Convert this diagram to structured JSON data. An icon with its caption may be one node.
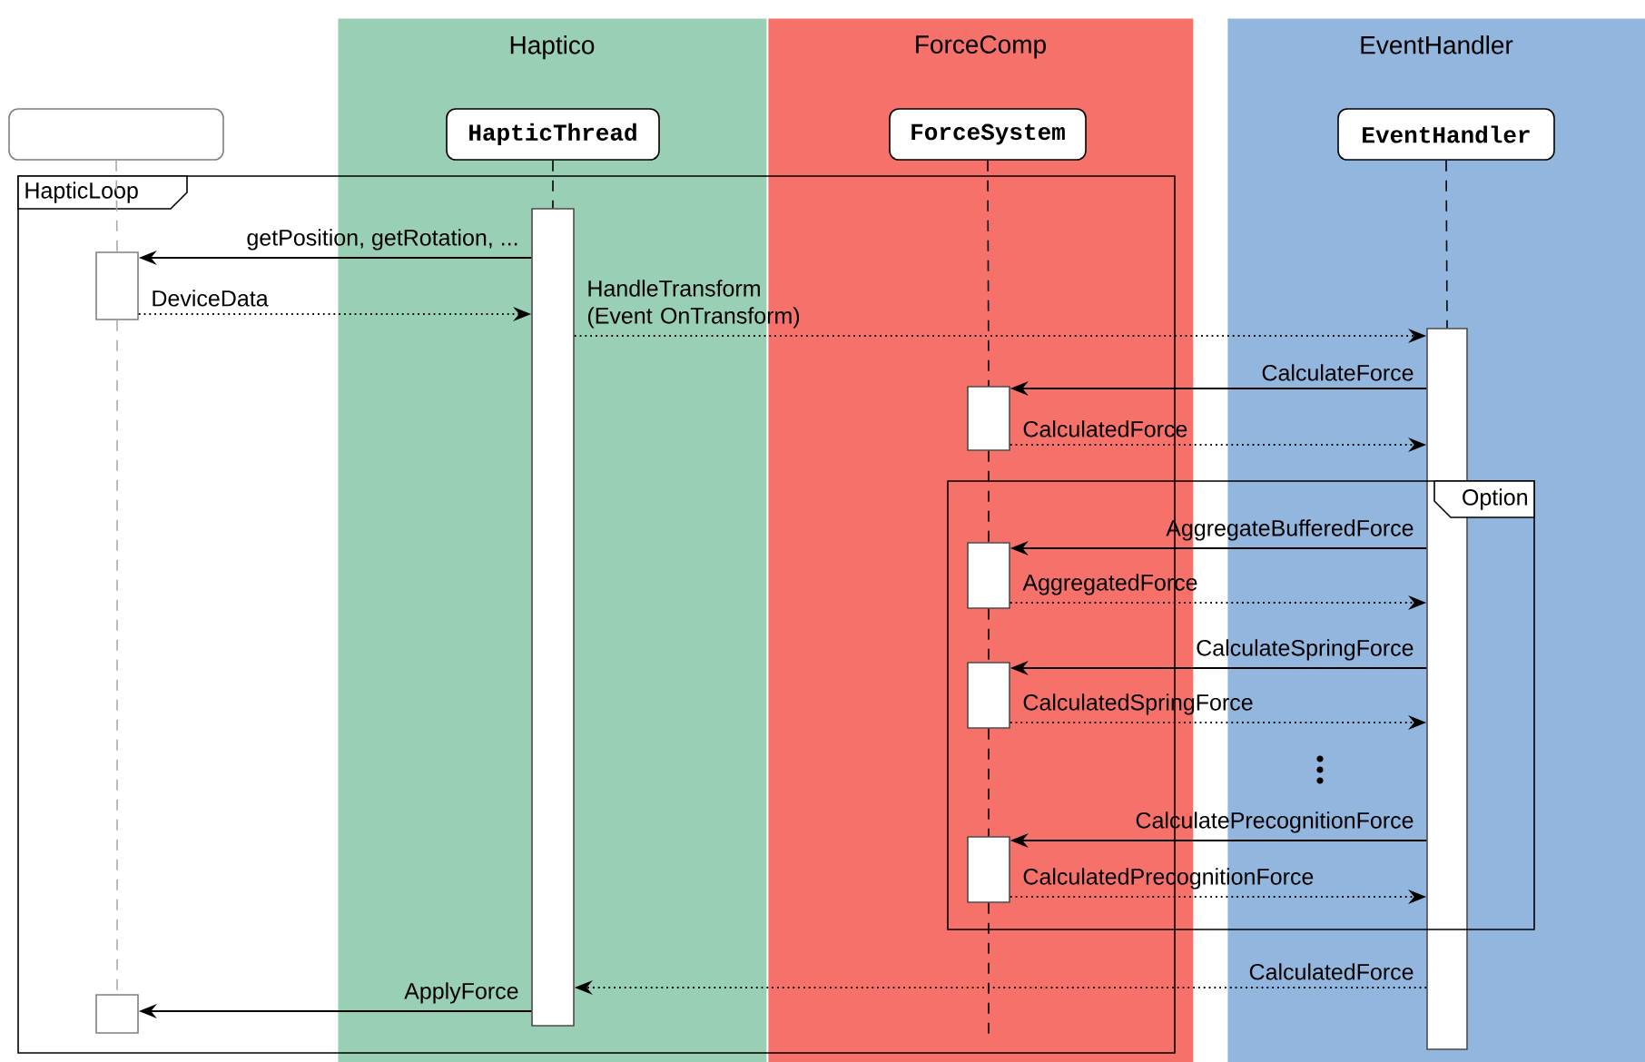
{
  "diagram": {
    "nodes": [
      {
        "text": [
          "Haptico"
        ]
      },
      {
        "text": [
          "ForceComp"
        ]
      },
      {
        "text": [
          "EventHandler"
        ]
      },
      {
        "text": [],
        "shape": "box"
      },
      {
        "text": [
          "HapticThread"
        ],
        "in": 0
      },
      {
        "text": [
          "ForceSystem"
        ],
        "in": 1
      },
      {
        "text": [
          "EventHandler"
        ],
        "in": 2
      },
      {
        "text": [],
        "shape": "bar"
      },
      {
        "text": [],
        "shape": "bar",
        "in": 0
      },
      {
        "text": [],
        "shape": "bar",
        "in": 2
      },
      {
        "text": [],
        "shape": "bar",
        "in": 1
      },
      {
        "text": [],
        "shape": "bar",
        "in": 1
      },
      {
        "text": [],
        "shape": "bar",
        "in": 1
      },
      {
        "text": [],
        "shape": "bar",
        "in": 1
      },
      {
        "text": [],
        "shape": "bar"
      }
    ],
    "edges": [
      {
        "from": 8,
        "to": 7,
        "arrow": "to",
        "label": "getPosition, getRotation, ..."
      },
      {
        "from": 7,
        "to": 8,
        "arrow": "to",
        "label": "DeviceData",
        "style": "dashed"
      },
      {
        "from": 8,
        "to": 9,
        "arrow": "to",
        "label": "HandleTransform (Event OnTransform)",
        "style": "dashed"
      },
      {
        "from": 9,
        "to": 10,
        "arrow": "to",
        "label": "CalculateForce"
      },
      {
        "from": 10,
        "to": 9,
        "arrow": "to",
        "label": "CalculatedForce",
        "style": "dashed"
      },
      {
        "from": 9,
        "to": 11,
        "arrow": "to",
        "label": "AggregateBufferedForce"
      },
      {
        "from": 11,
        "to": 9,
        "arrow": "to",
        "label": "AggregatedForce",
        "style": "dashed"
      },
      {
        "from": 9,
        "to": 12,
        "arrow": "to",
        "label": "CalculateSpringForce"
      },
      {
        "from": 12,
        "to": 9,
        "arrow": "to",
        "label": "CalculatedSpringForce",
        "style": "dashed"
      },
      {
        "from": 9,
        "to": 13,
        "arrow": "to",
        "label": "CalculatePrecognitionForce"
      },
      {
        "from": 13,
        "to": 9,
        "arrow": "to",
        "label": "CalculatedPrecognitionForce",
        "style": "dashed"
      },
      {
        "from": 9,
        "to": 8,
        "arrow": "to",
        "label": "CalculatedForce",
        "style": "dashed"
      },
      {
        "from": 8,
        "to": 14,
        "arrow": "to",
        "label": "ApplyForce"
      },
      {
        "from": 3,
        "to": 7,
        "arrow": "none",
        "style": "dashed",
        "color": "#aaaaaa"
      },
      {
        "from": 7,
        "to": 14,
        "arrow": "none",
        "style": "dashed",
        "color": "#aaaaaa"
      },
      {
        "from": 4,
        "to": 8,
        "arrow": "none",
        "style": "dashed"
      },
      {
        "from": 5,
        "to": 10,
        "arrow": "none",
        "style": "dashed"
      },
      {
        "from": 10,
        "to": 11,
        "arrow": "none",
        "style": "dashed"
      },
      {
        "from": 11,
        "to": 12,
        "arrow": "none",
        "style": "dashed"
      },
      {
        "from": 12,
        "to": 13,
        "arrow": "none",
        "style": "dashed"
      },
      {
        "from": 13,
        "to": null,
        "arrow": "none",
        "style": "dashed"
      },
      {
        "from": 6,
        "to": 9,
        "arrow": "none",
        "style": "dashed"
      }
    ],
    "labels": [
      "HapticLoop",
      "Option"
    ]
  }
}
